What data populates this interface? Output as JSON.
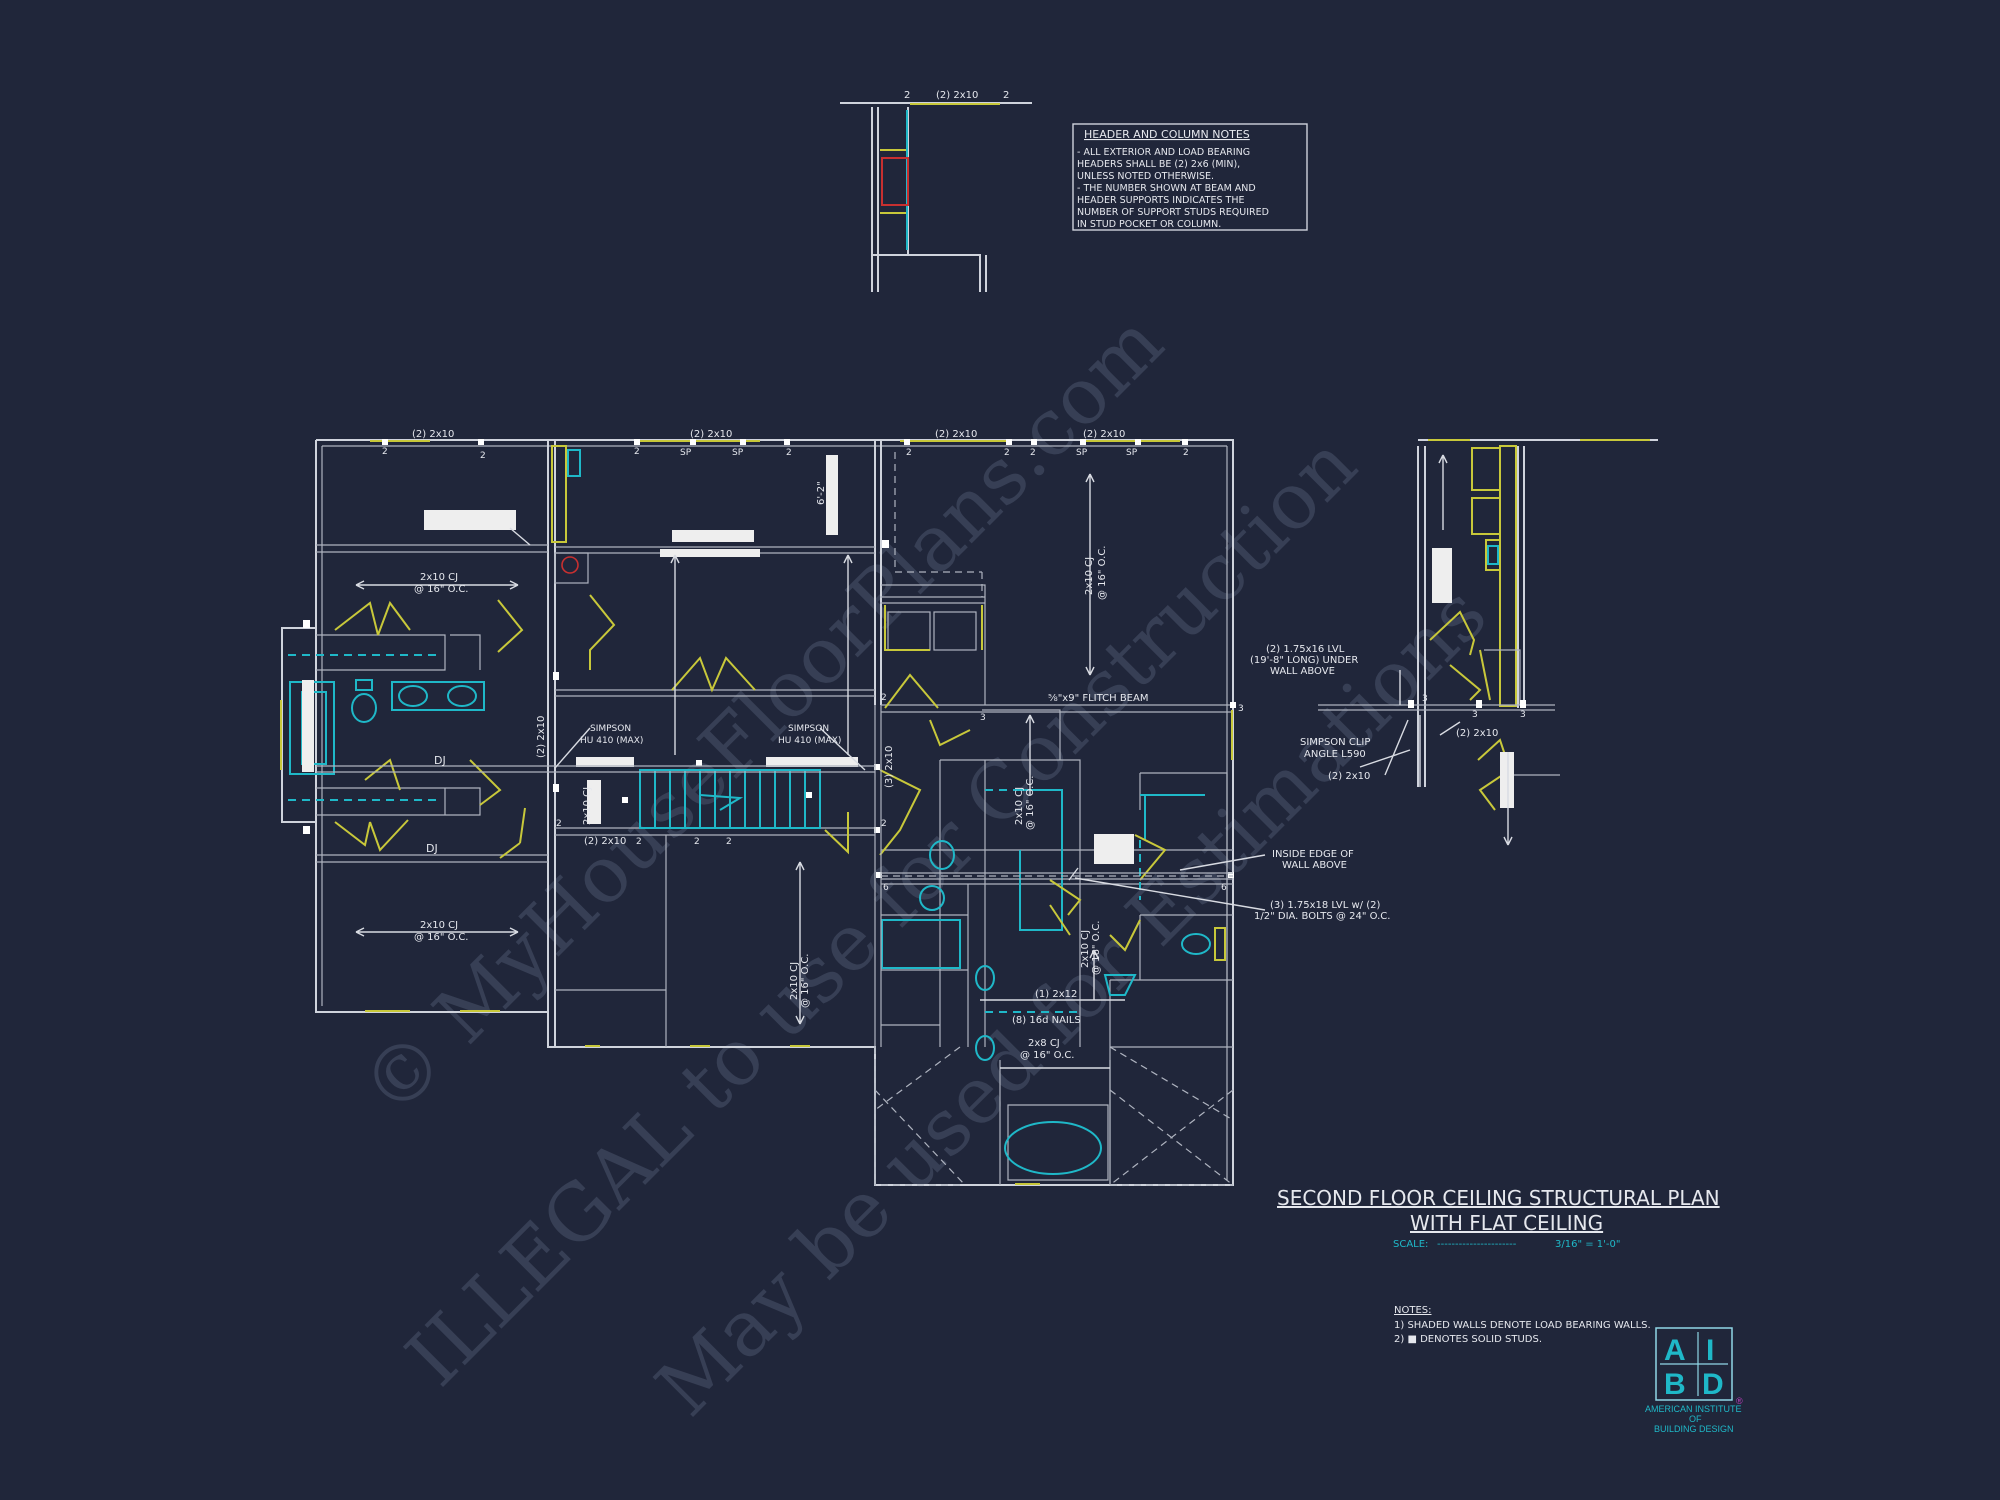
{
  "watermark": {
    "line1": "© MyHouseFloorPlans.com",
    "line2": "ILLEGAL to use for Construction",
    "line3": "May be used for Estimations"
  },
  "header_notes": {
    "title": "HEADER AND COLUMN NOTES",
    "lines": [
      "- ALL EXTERIOR AND LOAD BEARING",
      "HEADERS SHALL BE (2) 2x6 (MIN),",
      "UNLESS NOTED OTHERWISE.",
      "- THE NUMBER SHOWN AT BEAM AND",
      "HEADER SUPPORTS INDICATES THE",
      "NUMBER OF SUPPORT STUDS REQUIRED",
      "IN STUD POCKET OR COLUMN."
    ]
  },
  "labels": {
    "hdr_2x10": "(2) 2x10",
    "top_2x10": "(2) 2x10",
    "two": "2",
    "three": "3",
    "six": "6",
    "sp": "SP",
    "cj_2x10": "2x10 CJ",
    "oc16": "@ 16\" O.C.",
    "cj_2x8": "2x8 CJ",
    "dim_62": "6'-2\"",
    "flitch": "⅝\"x9\" FLITCH BEAM",
    "simpson": "SIMPSON",
    "hu410": "HU 410 (MAX)",
    "dj": "DJ",
    "vert_2x10": "(2) 2x10",
    "vert_3x10": "(3) 2x10",
    "one_2x12": "(1) 2x12",
    "nails": "(8) 16d NAILS",
    "lvl16_1": "(2) 1.75x16 LVL",
    "lvl16_2": "(19'-8\" LONG) UNDER",
    "lvl16_3": "WALL ABOVE",
    "clip_1": "SIMPSON CLIP",
    "clip_2": "ANGLE L590",
    "inside_1": "INSIDE EDGE OF",
    "inside_2": "WALL ABOVE",
    "lvl18_1": "(3) 1.75x18 LVL w/ (2)",
    "lvl18_2": "1/2\" DIA. BOLTS @ 24\" O.C."
  },
  "plan_title": {
    "line1": "SECOND FLOOR CEILING STRUCTURAL PLAN",
    "line2": "WITH FLAT CEILING",
    "scale_label": "SCALE:",
    "scale_dots": "----------------------",
    "scale_value": "3/16\" = 1'-0\""
  },
  "notes": {
    "title": "NOTES:",
    "items": [
      "1) SHADED WALLS DENOTE LOAD BEARING WALLS.",
      "2) ■ DENOTES SOLID STUDS."
    ]
  },
  "logo": {
    "a": "A",
    "i": "I",
    "b": "B",
    "d": "D",
    "line1": "AMERICAN INSTITUTE",
    "line2": "OF",
    "line3": "BUILDING DESIGN",
    "reg": "®"
  },
  "colors": {
    "background": "#20263a",
    "linework": "#cfd3dc",
    "accent_yellow": "#c8c83a",
    "accent_cyan": "#1fb8c8"
  }
}
